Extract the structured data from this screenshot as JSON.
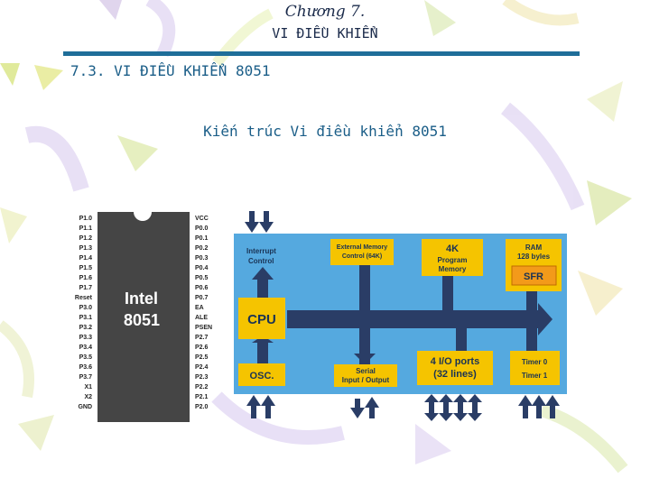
{
  "header": {
    "chapter": "Chương 7.",
    "title": "VI ĐIỀU KHIỂN"
  },
  "section": {
    "heading": "7.3. VI ĐIỀU KHIỂN 8051",
    "subtitle": "Kiến trúc Vi điều khiển 8051"
  },
  "chip": {
    "name_line1": "Intel",
    "name_line2": "8051",
    "left_pins": [
      "P1.0",
      "P1.1",
      "P1.2",
      "P1.3",
      "P1.4",
      "P1.5",
      "P1.6",
      "P1.7",
      "Reset",
      "P3.0",
      "P3.1",
      "P3.2",
      "P3.3",
      "P3.4",
      "P3.5",
      "P3.6",
      "P3.7",
      "X1",
      "X2",
      "GND"
    ],
    "right_pins": [
      "VCC",
      "P0.0",
      "P0.1",
      "P0.2",
      "P0.3",
      "P0.4",
      "P0.5",
      "P0.6",
      "P0.7",
      "EA",
      "ALE",
      "PSEN",
      "P2.7",
      "P2.6",
      "P2.5",
      "P2.4",
      "P2.3",
      "P2.2",
      "P2.1",
      "P2.0"
    ]
  },
  "diagram": {
    "interrupt_l1": "Interrupt",
    "interrupt_l2": "Control",
    "extmem_l1": "External Memory",
    "extmem_l2": "Control (64K)",
    "prog_l1": "4K",
    "prog_l2": "Program",
    "prog_l3": "Memory",
    "ram_l1": "RAM",
    "ram_l2": "128 byles",
    "sfr": "SFR",
    "cpu": "CPU",
    "osc": "OSC.",
    "serial_l1": "Serial",
    "serial_l2": "Input / Output",
    "io_l1": "4 I/O ports",
    "io_l2": "(32 lines)",
    "timer0": "Timer 0",
    "timer1": "Timer 1"
  },
  "colors": {
    "panel": "#55a9df",
    "block": "#f5c400",
    "arrow": "#2a3d66",
    "rule": "#1f6e99",
    "chip_body": "#454545"
  }
}
